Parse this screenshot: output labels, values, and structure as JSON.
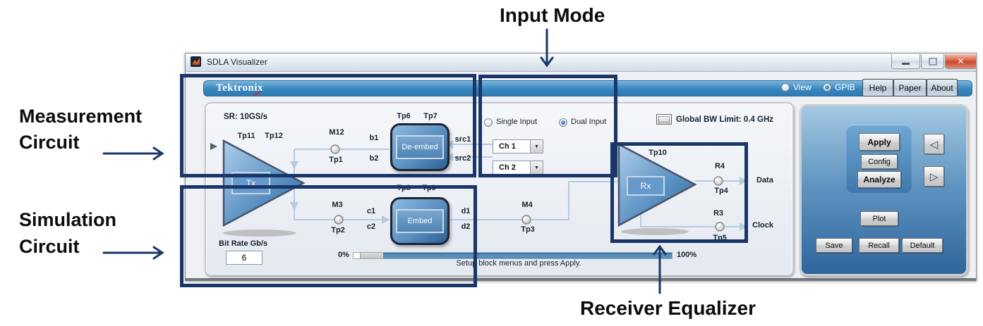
{
  "annotations": {
    "input_mode": "Input Mode",
    "measurement": [
      "Measurement",
      "Circuit"
    ],
    "simulation": [
      "Simulation",
      "Circuit"
    ],
    "receiver": "Receiver Equalizer",
    "navy_color": "#1a3668"
  },
  "window": {
    "title": "SDLA Visualizer",
    "brand": "Tektronix",
    "header": {
      "view": "View",
      "gpib": "GPIB",
      "help": "Help",
      "paper": "Paper",
      "about": "About"
    }
  },
  "diagram": {
    "sr": "SR: 10GS/s",
    "global_bw": "Global BW Limit: 0.4 GHz",
    "single_input": "Single Input",
    "dual_input": "Dual Input",
    "ch1": "Ch 1",
    "ch2": "Ch 2",
    "bit_rate_label": "Bit Rate Gb/s",
    "bit_rate_value": "6",
    "progress_start": "0%",
    "progress_end": "100%",
    "status": "Setup block menus and press Apply.",
    "blocks": {
      "tx": "Tx",
      "rx": "Rx",
      "deembed": "De-embed",
      "embed": "Embed"
    },
    "labels": {
      "tp11": "Tp11",
      "tp12": "Tp12",
      "m12": "M12",
      "tp1": "Tp1",
      "b1": "b1",
      "b2": "b2",
      "tp6": "Tp6",
      "tp7": "Tp7",
      "src1": "src1",
      "src2": "src2",
      "tp8": "Tp8",
      "tp9": "Tp9",
      "m3": "M3",
      "tp2": "Tp2",
      "c1": "c1",
      "c2": "c2",
      "d1": "d1",
      "d2": "d2",
      "m4": "M4",
      "tp3": "Tp3",
      "tp10": "Tp10",
      "r4": "R4",
      "tp4": "Tp4",
      "data": "Data",
      "r3": "R3",
      "tp5": "Tp5",
      "clock": "Clock"
    }
  },
  "controls": {
    "apply": "Apply",
    "config": "Config",
    "analyze": "Analyze",
    "prev": "◁",
    "next": "▷",
    "plot": "Plot",
    "save": "Save",
    "recall": "Recall",
    "default": "Default"
  },
  "colors": {
    "tektronix_blue": "#3886bd",
    "panel_blue": "#2f649c",
    "line_blue": "#b4cbe2",
    "annotation_navy": "#1a3668"
  }
}
